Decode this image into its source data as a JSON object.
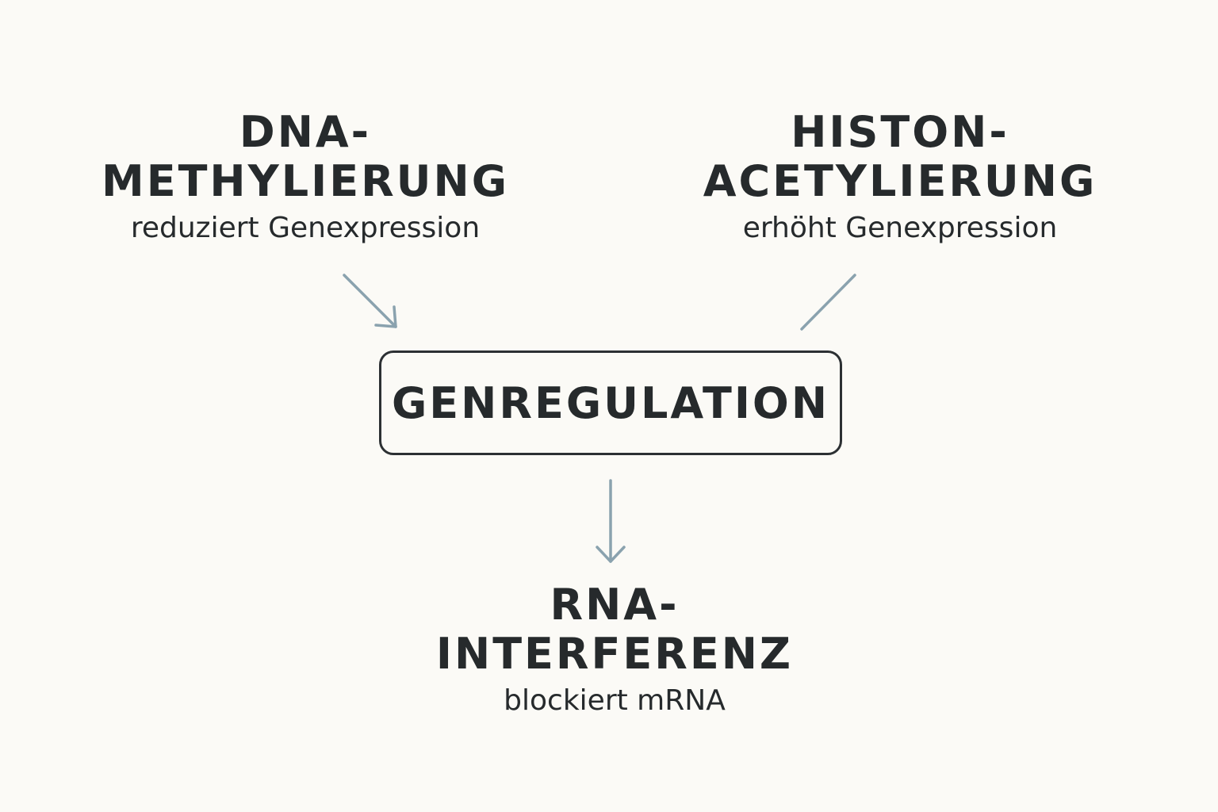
{
  "nodes": {
    "dna": {
      "title_line1": "DNA-",
      "title_line2": "METHYLIERUNG",
      "subtitle": "reduziert Genexpression"
    },
    "histon": {
      "title_line1": "HISTON-",
      "title_line2": "ACETYLIERUNG",
      "subtitle": "erhöht Genexpression"
    },
    "center": {
      "label": "GENREGULATION"
    },
    "rna": {
      "title_line1": "RNA-",
      "title_line2": "INTERFERENZ",
      "subtitle": "blockiert mRNA"
    }
  },
  "colors": {
    "background": "#fbfaf6",
    "text": "#262a2c",
    "arrow": "#8aa2ae",
    "box_border": "#2c3033"
  }
}
